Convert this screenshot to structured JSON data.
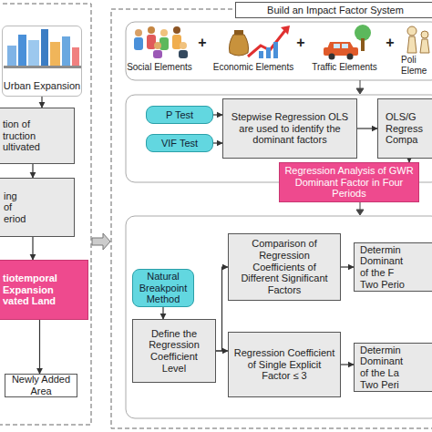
{
  "diagram": {
    "nodes": [
      {
        "text": [
          "Urban Expansion"
        ]
      },
      {
        "text": [
          "tion of truction ultivated"
        ]
      },
      {
        "text": [
          "ing of eriod"
        ]
      },
      {
        "text": [
          "tiotemporal Expansion vated Land"
        ]
      },
      {
        "text": [
          "Newly Added Area"
        ]
      },
      {
        "text": [
          "Build an Impact Factor System"
        ]
      },
      {
        "text": [
          "P Test"
        ]
      },
      {
        "text": [
          "VIF Test"
        ]
      },
      {
        "text": [
          "Stepwise Regression OLS are used to identify the dominant factors"
        ]
      },
      {
        "text": [
          "OLS/G Regress Compa"
        ]
      },
      {
        "text": [
          "Regression Analysis of GWR Dominant Factor in Four Periods"
        ]
      },
      {
        "text": [
          "Natural Breakpoint Method"
        ]
      },
      {
        "text": [
          "Define the Regression Coefficient Level"
        ]
      },
      {
        "text": [
          "Comparison of Regression Coefficients of Different Significant Factors"
        ]
      },
      {
        "text": [
          "Regression Coefficient of Single Explicit Factor ≤ 3"
        ]
      },
      {
        "text": [
          "Determin Dominant of the F Two Perio"
        ]
      },
      {
        "text": [
          "Determin Dominant of the La Two Peri"
        ]
      }
    ],
    "edges": [
      {
        "from": 0,
        "to": 1,
        "arrow": "to"
      },
      {
        "from": 1,
        "to": 2,
        "arrow": "to"
      },
      {
        "from": 2,
        "to": 3,
        "arrow": "to"
      },
      {
        "from": 3,
        "to": 4,
        "arrow": "to"
      },
      {
        "from": 6,
        "to": 8,
        "arrow": "to"
      },
      {
        "from": 7,
        "to": 8,
        "arrow": "to"
      },
      {
        "from": 8,
        "to": 9,
        "arrow": "to"
      },
      {
        "from": 9,
        "to": 10,
        "arrow": "to"
      },
      {
        "from": 11,
        "to": 12,
        "arrow": "to"
      },
      {
        "from": 12,
        "to": 13,
        "arrow": "to"
      },
      {
        "from": 12,
        "to": 14,
        "arrow": "to"
      },
      {
        "from": 13,
        "to": 15,
        "arrow": "to"
      },
      {
        "from": 14,
        "to": 16,
        "arrow": "to"
      }
    ],
    "labels": [
      "Social Elements",
      "+",
      "Economic Elements",
      "+",
      "Traffic Elements",
      "+",
      "Poli Eleme"
    ]
  }
}
